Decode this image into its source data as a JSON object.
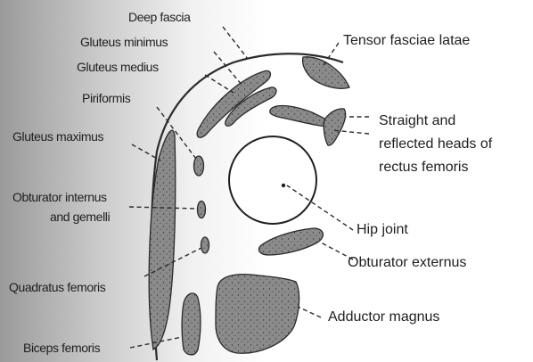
{
  "figure": {
    "labels": {
      "deep_fascia": "Deep fascia",
      "gluteus_minimus": "Gluteus minimus",
      "gluteus_medius": "Gluteus medius",
      "piriformis": "Piriformis",
      "gluteus_maximus": "Gluteus maximus",
      "obturator_internus_line1": "Obturator internus",
      "obturator_internus_line2": "and gemelli",
      "quadratus_femoris": "Quadratus femoris",
      "biceps_femoris": "Biceps femoris",
      "tensor_fasciae_latae": "Tensor fasciae latae",
      "rectus_femoris_line1": "Straight and",
      "rectus_femoris_line2": "reflected heads of",
      "rectus_femoris_line3": "rectus femoris",
      "hip_joint": "Hip joint",
      "obturator_externus": "Obturator externus",
      "adductor_magnus": "Adductor magnus"
    }
  }
}
